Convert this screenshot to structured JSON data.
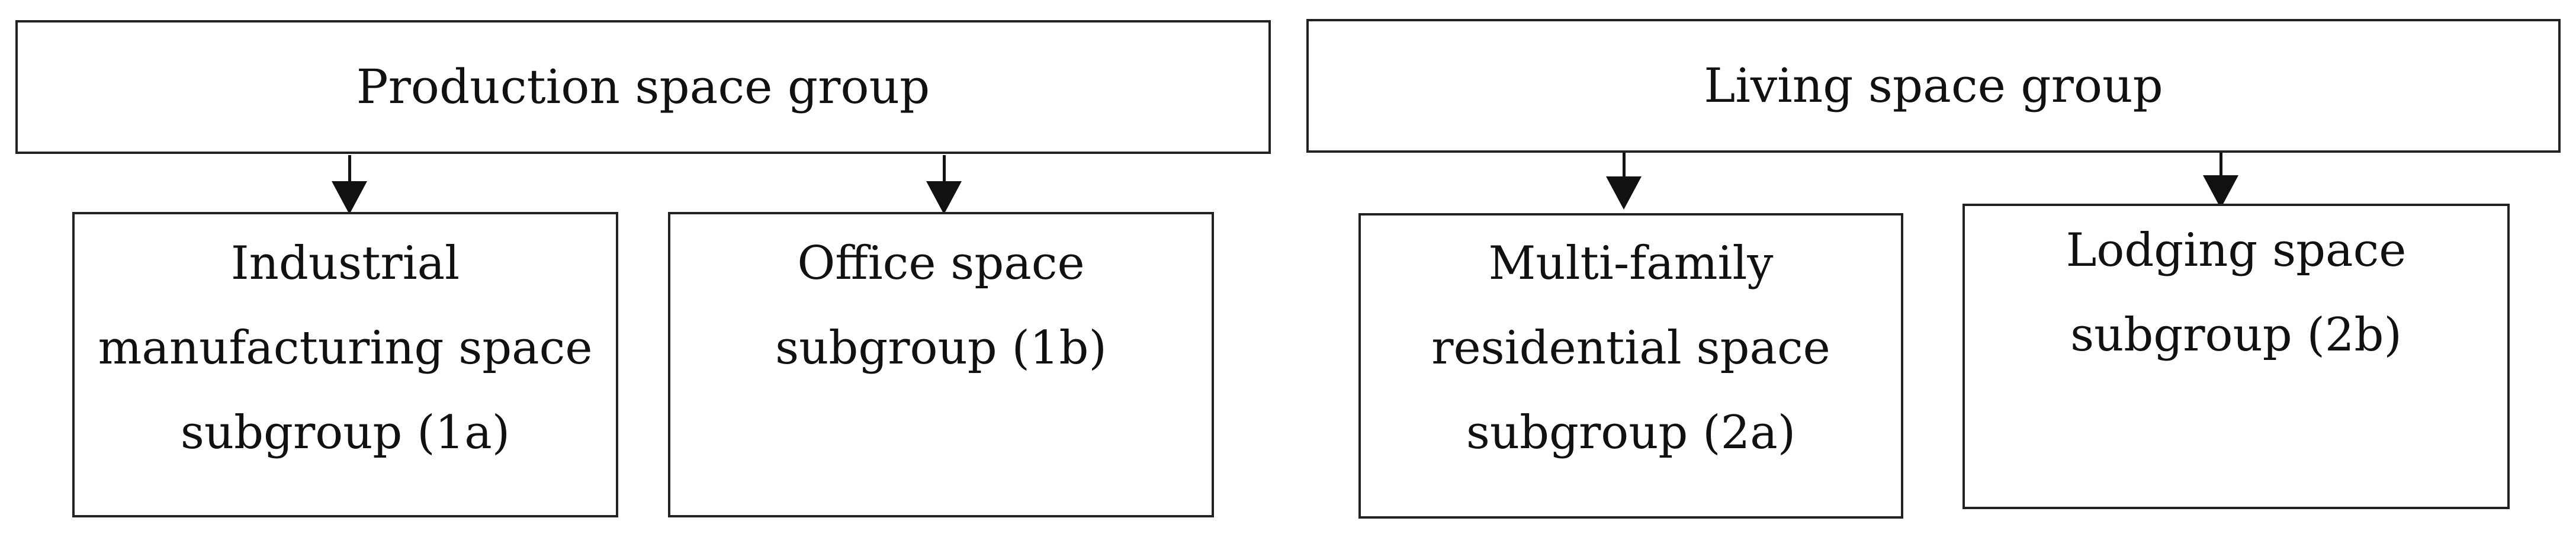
{
  "groups": [
    {
      "title": "Production space group",
      "subgroups": [
        {
          "label": "Industrial\nmanufacturing space\nsubgroup (1a)"
        },
        {
          "label": "Office space\nsubgroup (1b)"
        }
      ]
    },
    {
      "title": "Living space group",
      "subgroups": [
        {
          "label": "Multi-family\nresidential space\nsubgroup (2a)"
        },
        {
          "label": "Lodging space\nsubgroup (2b)"
        }
      ]
    }
  ],
  "colors": {
    "line": "#111111",
    "box_border": "#222222",
    "background": "#ffffff"
  }
}
